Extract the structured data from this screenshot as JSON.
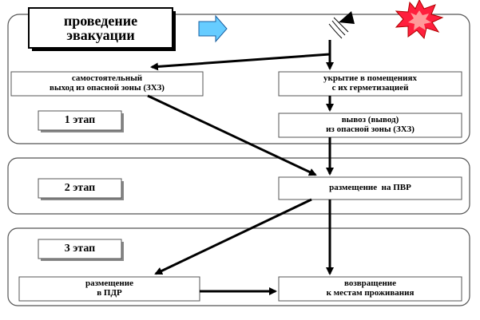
{
  "title": {
    "line1": "проведение",
    "line2": "эвакуации"
  },
  "stages": {
    "s1": "1 этап",
    "s2": "2 этап",
    "s3": "3 этап"
  },
  "boxes": {
    "self_exit": {
      "line1": "самостоятельный",
      "line2": "выход из опасной зоны (ЗХЗ)"
    },
    "shelter": {
      "line1": "укрытие в помещениях",
      "line2": "с их герметизацией"
    },
    "removal": {
      "line1": "вывоз (вывод)",
      "line2": "из опасной зоны (ЗХЗ)"
    },
    "pvr": {
      "line1": "размещение  на ПВР"
    },
    "pdr": {
      "line1": "размещение",
      "line2": "в ПДР"
    },
    "return": {
      "line1": "возвращение",
      "line2": "к местам проживания"
    }
  },
  "colors": {
    "arrow_fill": "#66ccff",
    "burst_outer": "#ff1f3d",
    "burst_inner": "#ff9a9a"
  },
  "icons": {
    "arrow": "right-arrow-icon",
    "siren": "siren-icon",
    "burst": "explosion-icon"
  }
}
